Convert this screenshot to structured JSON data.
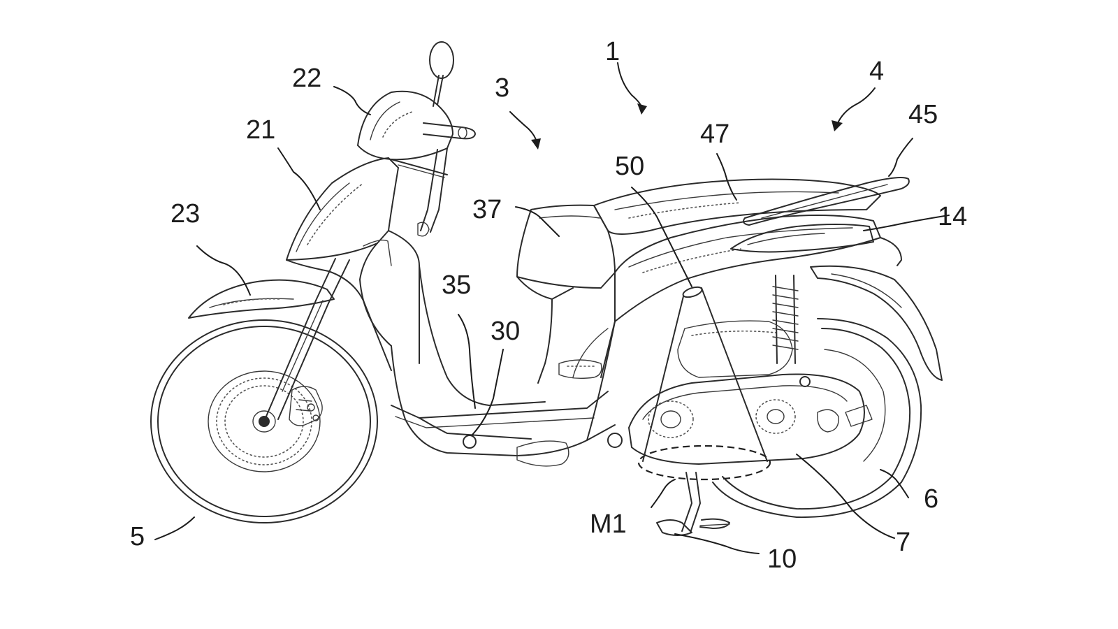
{
  "figure": {
    "refs": {
      "r1": "1",
      "r3": "3",
      "r4": "4",
      "r5": "5",
      "r6": "6",
      "r7": "7",
      "r10": "10",
      "r14": "14",
      "r21": "21",
      "r22": "22",
      "r23": "23",
      "r30": "30",
      "r35": "35",
      "r37": "37",
      "r45": "45",
      "r47": "47",
      "r50": "50",
      "rM1": "M1"
    }
  }
}
